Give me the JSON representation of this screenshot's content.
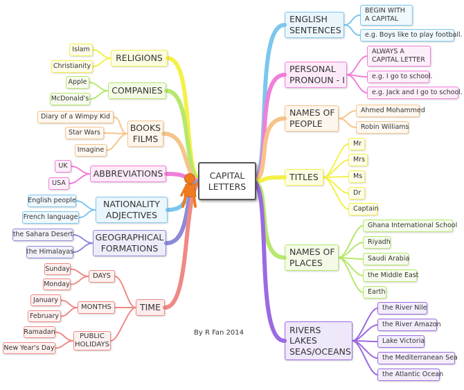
{
  "center": {
    "label": "CAPITAL\nLETTERS"
  },
  "credit": "By R Fan 2014",
  "left_branches": [
    {
      "label": "RELIGIONS",
      "color": "#f4f04a",
      "items": [
        "Islam",
        "Christianity"
      ]
    },
    {
      "label": "COMPANIES",
      "color": "#b6e86c",
      "items": [
        "Apple",
        "McDonald's"
      ]
    },
    {
      "label": "BOOKS\nFILMS",
      "color": "#f6c48a",
      "items": [
        "Diary of a Wimpy Kid",
        "Star Wars",
        "Imagine"
      ]
    },
    {
      "label": "ABBREVIATIONS",
      "color": "#f07fd8",
      "items": [
        "UK",
        "USA"
      ]
    },
    {
      "label": "NATIONALITY\nADJECTIVES",
      "color": "#7cc6ee",
      "items": [
        "English people",
        "French language"
      ]
    },
    {
      "label": "GEOGRAPHICAL\nFORMATIONS",
      "color": "#8c8ad8",
      "items": [
        "the Sahara Desert",
        "the Himalayas"
      ]
    },
    {
      "label": "TIME",
      "color": "#ee8a86",
      "subgroups": [
        {
          "label": "DAYS",
          "items": [
            "Sunday",
            "Monday"
          ]
        },
        {
          "label": "MONTHS",
          "items": [
            "January",
            "February"
          ]
        },
        {
          "label": "PUBLIC\nHOLIDAYS",
          "items": [
            "Ramadan",
            "New Year's Day"
          ]
        }
      ]
    }
  ],
  "right_branches": [
    {
      "label": "ENGLISH\nSENTENCES",
      "color": "#7cc6ee",
      "items": [
        "BEGIN WITH\nA CAPITAL",
        "e.g. Boys like to play football."
      ]
    },
    {
      "label": "PERSONAL\nPRONOUN - I",
      "color": "#f07fd8",
      "items": [
        "ALWAYS A\nCAPITAL LETTER",
        "e.g. I go to school.",
        "e.g. Jack and I go to school."
      ]
    },
    {
      "label": "NAMES OF\nPEOPLE",
      "color": "#f6c48a",
      "items": [
        "Ahmed Mohammed",
        "Robin Williams"
      ]
    },
    {
      "label": "TITLES",
      "color": "#f4f04a",
      "items": [
        "Mr",
        "Mrs",
        "Ms",
        "Dr",
        "Captain"
      ]
    },
    {
      "label": "NAMES OF\nPLACES",
      "color": "#b6e86c",
      "items": [
        "Ghana International School",
        "Riyadh",
        "Saudi Arabia",
        "the Middle East",
        "Earth"
      ]
    },
    {
      "label": "RIVERS\nLAKES\nSEAS/OCEANS",
      "color": "#9b6ae0",
      "items": [
        "the River Nile",
        "the River Amazon",
        "Lake Victoria",
        "the Mediterranean Sea",
        "the Atlantic Ocean"
      ]
    }
  ]
}
